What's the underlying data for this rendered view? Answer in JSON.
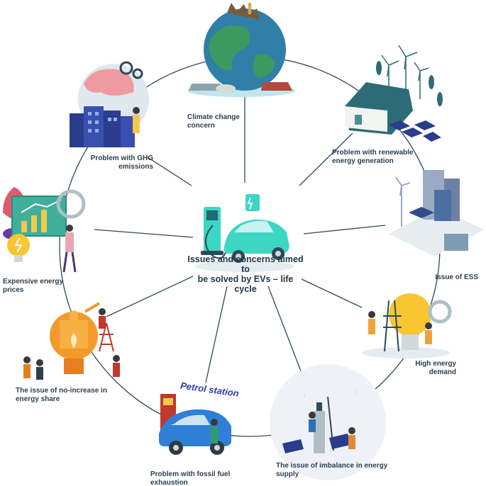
{
  "center": {
    "label": "Issues and concerns aimed to\nbe solved by EVs – life cycle"
  },
  "issues": [
    {
      "id": "climate",
      "label": "Climate change\nconcern",
      "icon": "globe-pollution-icon"
    },
    {
      "id": "renewable",
      "label": "Problem with renewable\nenergy generation",
      "icon": "wind-turbine-house-icon"
    },
    {
      "id": "ess",
      "label": "Issue of ESS",
      "icon": "energy-storage-building-icon"
    },
    {
      "id": "demand",
      "label": "High energy\ndemand",
      "icon": "lightbulb-workers-icon"
    },
    {
      "id": "imbalance",
      "label": "The issue of imbalance in energy\nsupply",
      "icon": "power-line-solar-icon"
    },
    {
      "id": "fossil",
      "label": "Problem with fossil fuel\nexhaustion",
      "icon": "petrol-station-car-icon"
    },
    {
      "id": "share",
      "label": "The issue of no-increase in\nenergy share",
      "icon": "lightbulb-puzzle-icon"
    },
    {
      "id": "prices",
      "label": "Expensive energy\nprices",
      "icon": "energy-price-board-icon"
    },
    {
      "id": "ghg",
      "label": "Problem with GHG\nemissions",
      "icon": "factory-emissions-icon"
    }
  ],
  "petrol_sign": "Petrol station",
  "colors": {
    "ring": "#2e4a5a",
    "spoke": "#2e4a5a",
    "ev": "#3cd6c4",
    "text": "#2c3e50"
  }
}
